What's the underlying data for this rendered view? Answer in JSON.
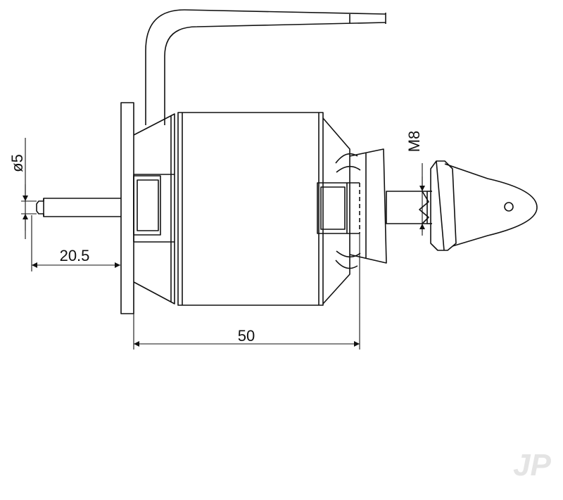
{
  "drawing": {
    "subject": "motor-side-view",
    "line_color": "#111111",
    "background": "#ffffff",
    "dimensions": {
      "shaft_diameter": "ø5",
      "shaft_length": "20.5",
      "body_length": "50",
      "thread": "M8"
    },
    "watermark": {
      "text": "JP",
      "color": "#e4e4e4"
    }
  }
}
